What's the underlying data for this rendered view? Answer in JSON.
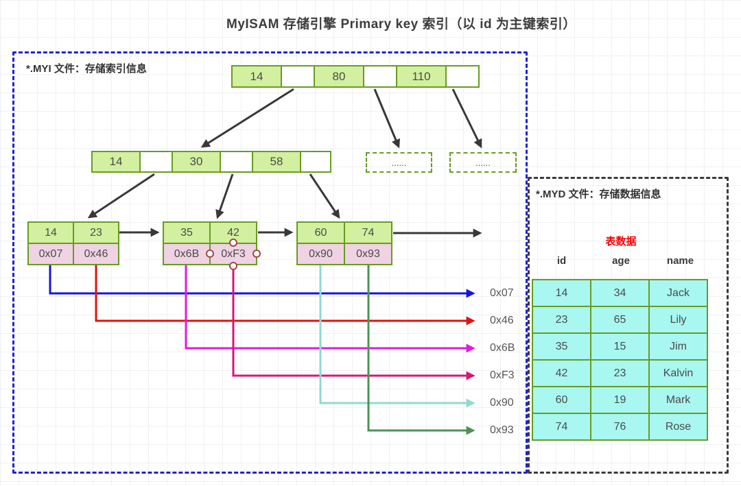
{
  "title": "MyISAM 存储引擎 Primary key 索引（以 id 为主键索引）",
  "colors": {
    "node_border": "#679b21",
    "key_fill": "#d2f0a0",
    "ptr_fill": "#efd3e3",
    "table_fill": "#a8f7f0",
    "myi_border": "#2020d6",
    "myd_border": "#3b3b3b",
    "arrow": "#383838",
    "blue": "#1713dc",
    "red": "#de1310",
    "magenta": "#e318e3",
    "crimson": "#d41778",
    "teal": "#90d8d2",
    "green": "#4e9156",
    "table_title_red": "#f90005"
  },
  "myi": {
    "label": "*.MYI 文件：存储索引信息",
    "root": {
      "cells": [
        "14",
        "",
        "80",
        "",
        "110",
        ""
      ]
    },
    "level2": {
      "cells": [
        "14",
        "",
        "30",
        "",
        "58",
        ""
      ]
    },
    "dashed_nodes": [
      "......",
      "......"
    ],
    "leaves": [
      {
        "keys": [
          "14",
          "23"
        ],
        "ptrs": [
          "0x07",
          "0x46"
        ]
      },
      {
        "keys": [
          "35",
          "42"
        ],
        "ptrs": [
          "0x6B",
          "0xF3"
        ]
      },
      {
        "keys": [
          "60",
          "74"
        ],
        "ptrs": [
          "0x90",
          "0x93"
        ]
      }
    ]
  },
  "pointer_labels": [
    "0x07",
    "0x46",
    "0x6B",
    "0xF3",
    "0x90",
    "0x93"
  ],
  "myd": {
    "label": "*.MYD 文件：存储数据信息",
    "table_title": "表数据",
    "headers": [
      "id",
      "age",
      "name"
    ],
    "rows": [
      [
        "14",
        "34",
        "Jack"
      ],
      [
        "23",
        "65",
        "Lily"
      ],
      [
        "35",
        "15",
        "Jim"
      ],
      [
        "42",
        "23",
        "Kalvin"
      ],
      [
        "60",
        "19",
        "Mark"
      ],
      [
        "74",
        "76",
        "Rose"
      ]
    ]
  }
}
